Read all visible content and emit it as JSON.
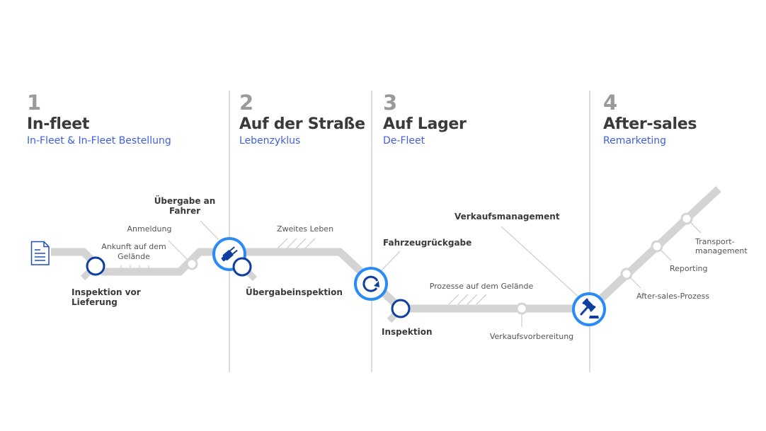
{
  "colors": {
    "track": "#d4d4d4",
    "accent": "#2a8af6",
    "dark_blue": "#0f3f9e",
    "phase_subtitle": "#3f5ee6",
    "divider": "#dcdcdc"
  },
  "phases": [
    {
      "number": "1",
      "title": "In-fleet",
      "subtitle": "In-Fleet & In-Fleet Bestellung"
    },
    {
      "number": "2",
      "title": "Auf der Straße",
      "subtitle": "Lebenzyklus"
    },
    {
      "number": "3",
      "title": "Auf Lager",
      "subtitle": "De-Fleet"
    },
    {
      "number": "4",
      "title": "After-sales",
      "subtitle": "Remarketing"
    }
  ],
  "milestones": {
    "uebergabe_an_fahrer": {
      "line1": "Übergabe an",
      "line2": "Fahrer",
      "icon": "plug-icon"
    },
    "fahrzeugrueckgabe": {
      "label": "Fahrzeugrückgabe",
      "icon": "refresh-icon"
    },
    "verkaufsmanagement": {
      "label": "Verkaufsmanagement",
      "icon": "gavel-icon"
    },
    "start": {
      "icon": "document-icon"
    }
  },
  "inspections": {
    "vor_lieferung": {
      "line1": "Inspektion vor",
      "line2": "Lieferung"
    },
    "uebergabe": {
      "label": "Übergabeinspektion"
    },
    "inspektion": {
      "label": "Inspektion"
    }
  },
  "stops": {
    "anmeldung": "Anmeldung",
    "ankunft": {
      "line1": "Ankunft auf dem",
      "line2": "Gelände"
    },
    "zweites_leben": "Zweites Leben",
    "prozesse": "Prozesse auf dem Gelände",
    "verkaufsvorbereitung": "Verkaufsvorbereitung",
    "after_sales_prozess": "After-sales-Prozess",
    "reporting": "Reporting",
    "transport": {
      "line1": "Transport-",
      "line2": "management"
    }
  }
}
